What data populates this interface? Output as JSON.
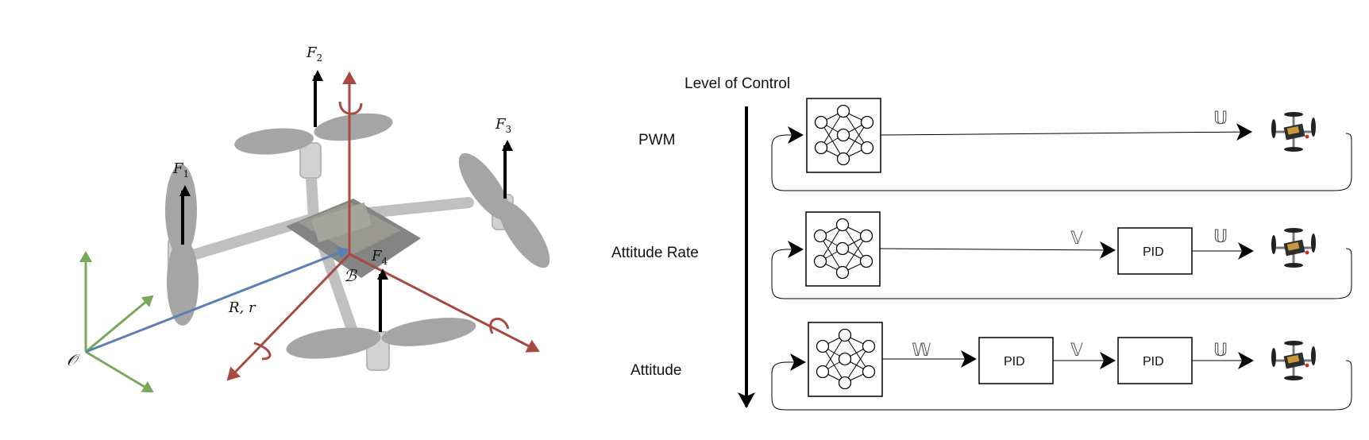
{
  "left": {
    "forces": [
      "F",
      "F",
      "F",
      "F"
    ],
    "force_subscripts": [
      "1",
      "2",
      "3",
      "4"
    ],
    "body_frame": "ℬ",
    "origin_frame": "𝒪",
    "position_label": "R, r",
    "colors": {
      "red": "#a84a42",
      "green": "#7aa85a",
      "blue": "#5a7fb5",
      "drone": "#6f6f6f"
    }
  },
  "right": {
    "title": "Level of Control",
    "levels": [
      {
        "label": "PWM"
      },
      {
        "label": "Attitude Rate"
      },
      {
        "label": "Attitude"
      }
    ],
    "pid_label": "PID",
    "signals": {
      "u": "𝕌",
      "v": "𝕍",
      "w": "𝕎"
    }
  }
}
